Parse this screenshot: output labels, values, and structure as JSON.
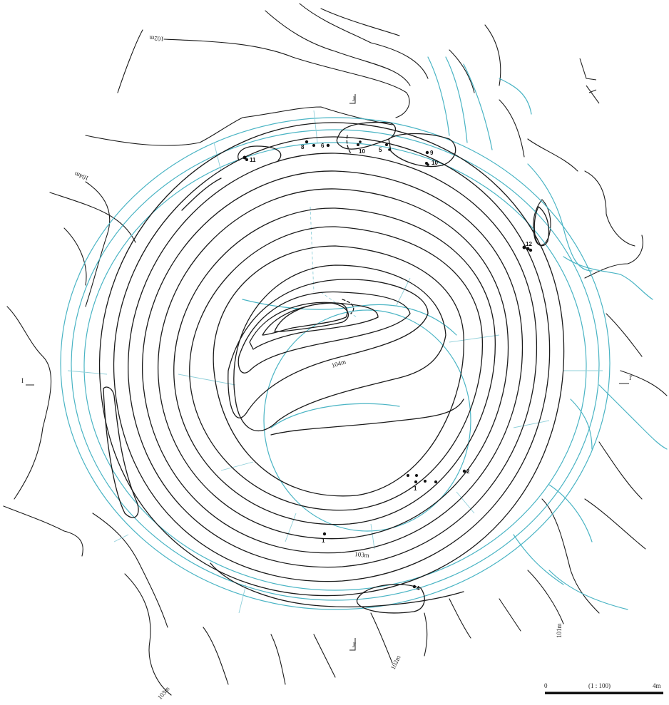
{
  "contours": {
    "label_104m": "104m",
    "label_103m_inner": "103m",
    "label_103m_bottom": "103m",
    "label_102m_bottom": "102m",
    "label_102m_top": "102m",
    "label_101m_right": "101m",
    "label_104m_left": "104m"
  },
  "section_markers": {
    "left": "I",
    "right": "I'",
    "top": "J",
    "bottom": "J'"
  },
  "finds": {
    "n1": "1",
    "n1b": "1",
    "n2": "2",
    "n4": "4",
    "n5": "5",
    "n6": "6",
    "n8": "8",
    "n9": "9",
    "n10a": "10",
    "n10b": "10",
    "n11": "11",
    "n12": "12"
  },
  "scale_bar": {
    "start": "0",
    "ratio": "(1 : 100)",
    "end": "4m"
  },
  "colors": {
    "contour": "#1a1a1a",
    "feature": "#4ab4c4"
  }
}
